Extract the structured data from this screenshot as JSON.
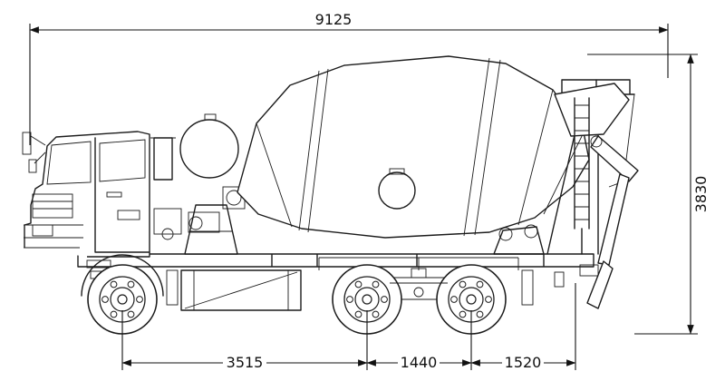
{
  "diagram": {
    "kind": "technical-side-view-drawing",
    "subject": "concrete-mixer-truck",
    "dimensions": {
      "overall_length": "9125",
      "overall_height": "3830",
      "front_axle_to_first_rear_axle": "3515",
      "rear_axle_spacing": "1440",
      "rear_axle_to_rear_point": "1520"
    }
  }
}
